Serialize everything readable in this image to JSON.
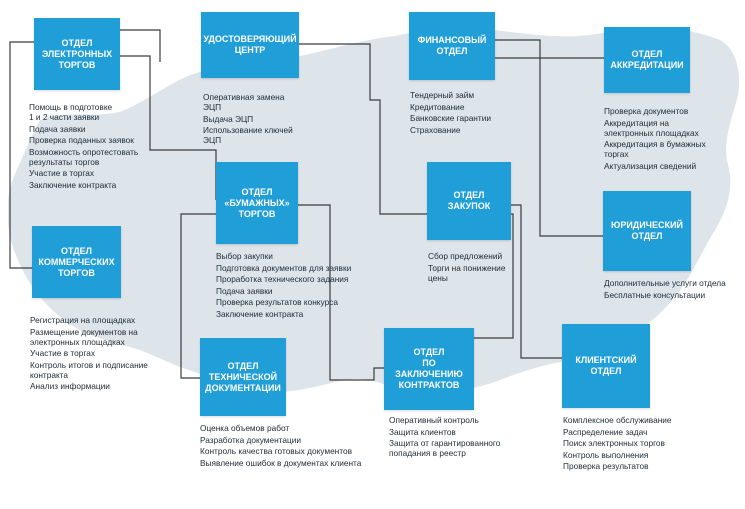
{
  "colors": {
    "box": "#1f9ed8",
    "map": "#dde4ea",
    "connector": "#3c3c3c",
    "text": "#1d2b36"
  },
  "departments": [
    {
      "id": "electronic",
      "title": "Отдел\nэлектронных\nторгов",
      "tasks": [
        "Помощь в подготовке\n1 и 2 части заявки",
        "Подача заявки",
        "Проверка поданных заявок",
        "Возможность опротестовать\nрезультаты торгов",
        "Участие в торгах",
        "Заключение контракта"
      ]
    },
    {
      "id": "certification",
      "title": "Удостоверяющий\nцентр",
      "tasks": [
        "Оперативная замена\nЭЦП",
        "Выдача ЭЦП",
        "Использование ключей\nЭЦП"
      ]
    },
    {
      "id": "finance",
      "title": "Финансовый\nотдел",
      "tasks": [
        "Тендерный займ",
        "Кредитование",
        "Банковские гарантии",
        "Страхование"
      ]
    },
    {
      "id": "accreditation",
      "title": "Отдел\nаккредитации",
      "tasks": [
        "Проверка документов",
        "Аккредитация на\nэлектронных площадках",
        "Аккредитация в бумажных\nторгах",
        "Актуализация сведений"
      ]
    },
    {
      "id": "commercial",
      "title": "Отдел\nкоммерческих\nторгов",
      "tasks": [
        "Регистрация на площадках",
        "Размещение документов на\nэлектронных площадках",
        "Участие в торгах",
        "Контроль итогов и подписание\nконтракта",
        "Анализ информации"
      ]
    },
    {
      "id": "paper",
      "title": "Отдел\n«бумажных»\nторгов",
      "tasks": [
        "Выбор закупки",
        "Подготовка документов для заявки",
        "Проработка технического задания",
        "Подача заявки",
        "Проверка результатов конкурса",
        "Заключение контракта"
      ]
    },
    {
      "id": "purchasing",
      "title": "Отдел\nзакупок",
      "tasks": [
        "Сбор предложений",
        "Торги на понижение\nцены"
      ]
    },
    {
      "id": "legal",
      "title": "Юридический\nотдел",
      "tasks": [
        "Дополнительные услуги отдела",
        "Бесплатные консультации"
      ]
    },
    {
      "id": "technical",
      "title": "Отдел\nтехнической\nдокументации",
      "tasks": [
        "Оценка объемов работ",
        "Разработка документации",
        "Контроль качества готовых документов",
        "Выявление ошибок в документах клиента"
      ]
    },
    {
      "id": "contracts",
      "title": "Отдел\nпо заключению\nконтрактов",
      "tasks": [
        "Оперативный контроль",
        "Защита клиентов",
        "Защита от гарантированного\nпопадания в реестр"
      ]
    },
    {
      "id": "client",
      "title": "Клиентский\nотдел",
      "tasks": [
        "Комплексное обслуживание",
        "Распределение задач",
        "Поиск электронных торгов",
        "Контроль выполнения",
        "Проверка результатов"
      ]
    }
  ]
}
